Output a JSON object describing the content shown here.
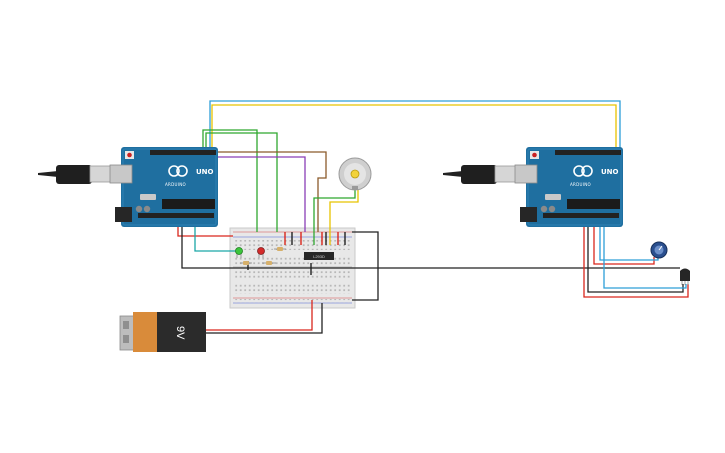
{
  "arduino_left": {
    "brand": "ARDUINO",
    "model": "UNO",
    "brand_color": "#1f6fa0"
  },
  "arduino_right": {
    "brand": "ARDUINO",
    "model": "UNO",
    "brand_color": "#1f6fa0"
  },
  "battery": {
    "label": "9V",
    "top_color": "#d98b3a",
    "body_color": "#2b2b2b"
  },
  "motor_driver": {
    "label": "L293D"
  },
  "components": {
    "motor": "dc-motor",
    "potentiometer": "potentiometer",
    "temperature_sensor": "temperature-sensor",
    "leds": [
      "green-led",
      "red-led"
    ],
    "resistors": [
      "resistor-1",
      "resistor-2",
      "resistor-3"
    ]
  },
  "wire_colors": {
    "red": "#d9261c",
    "black": "#222222",
    "green": "#2fa82f",
    "yellow": "#e8c400",
    "blue": "#2d9fd8",
    "purple": "#8a3fb7",
    "brown": "#8b5a2b",
    "teal": "#1aa6a6"
  }
}
